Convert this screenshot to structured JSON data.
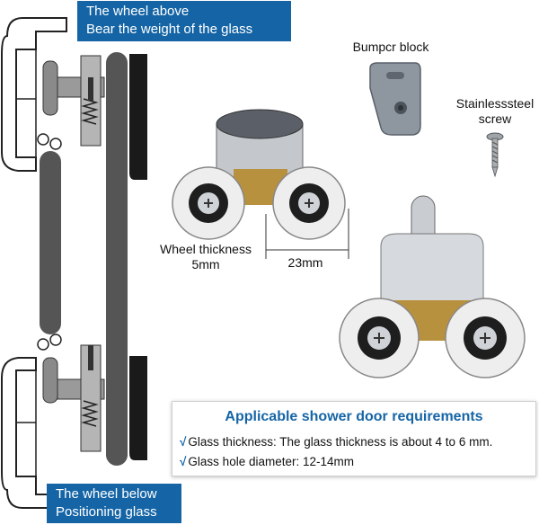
{
  "callouts": {
    "top": {
      "line1": "The wheel above",
      "line2": "Bear the weight of the glass"
    },
    "bottom": {
      "line1": "The wheel below",
      "line2": "Positioning glass"
    }
  },
  "labels": {
    "bumper_block": "Bumpcr block",
    "screw_line1": "Stainlesssteel",
    "screw_line2": "screw",
    "wheel_thickness_line1": "Wheel thickness",
    "wheel_thickness_line2": "5mm",
    "wheel_dimension": "23mm"
  },
  "requirements": {
    "title": "Applicable shower door requirements",
    "check_symbol": "√",
    "items": [
      "Glass thickness: The glass thickness is about 4 to 6 mm.",
      "Glass hole diameter: 12-14mm"
    ]
  },
  "colors": {
    "accent": "#1565a6",
    "text": "#111111"
  }
}
